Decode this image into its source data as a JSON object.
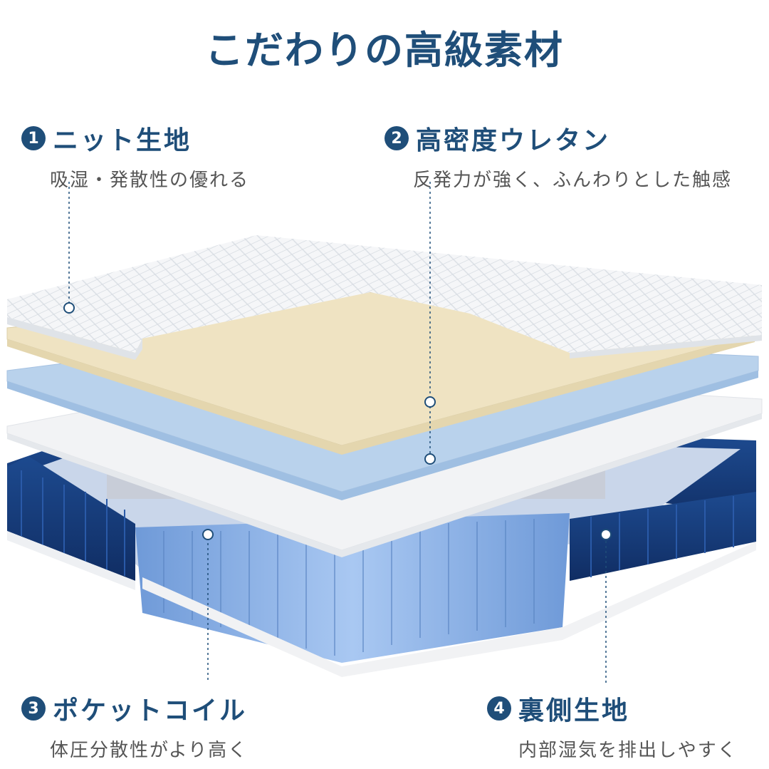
{
  "title": "こだわりの高級素材",
  "features": [
    {
      "number": "1",
      "heading": "ニット生地",
      "description": "吸湿・発散性の優れる"
    },
    {
      "number": "2",
      "heading": "高密度ウレタン",
      "description": "反発力が強く、ふんわりとした触感"
    },
    {
      "number": "3",
      "heading": "ポケットコイル",
      "description": "体圧分散性がより高く"
    },
    {
      "number": "4",
      "heading": "裏側生地",
      "description": "内部湿気を排出しやすく"
    }
  ],
  "colors": {
    "accent": "#1f4e79",
    "knit_layer": "#f4f6f8",
    "urethane_layer": "#efe3c2",
    "blue_layer": "#b9d2ec",
    "coil_blue": "#8fb4e8",
    "side_fabric": "#173a78"
  }
}
